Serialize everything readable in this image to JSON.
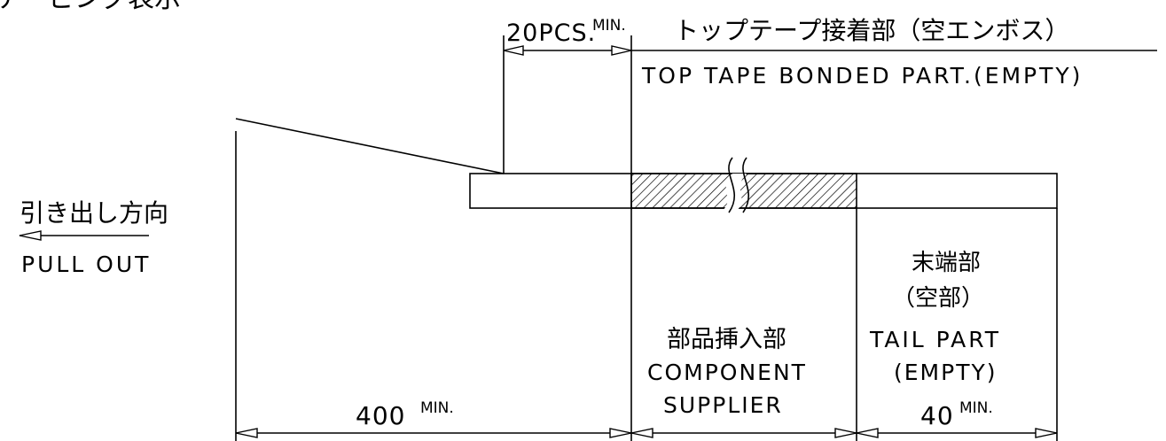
{
  "header_partial": "テーピング表示",
  "top": {
    "pcs": "20PCS.",
    "pcs_min": "MIN.",
    "top_tape_jp": "トップテープ接着部（空エンボス）",
    "top_tape_en": "TOP TAPE BONDED PART.(EMPTY)"
  },
  "direction": {
    "jp": "引き出し方向",
    "en": "PULL OUT"
  },
  "tail": {
    "jp1": "末端部",
    "jp2": "（空部）",
    "en1": "TAIL PART",
    "en2": "(EMPTY)",
    "value": "40",
    "min": "MIN."
  },
  "component": {
    "jp": "部品挿入部",
    "en1": "COMPONENT",
    "en2": "SUPPLIER"
  },
  "leader": {
    "value": "400",
    "min": "MIN."
  }
}
